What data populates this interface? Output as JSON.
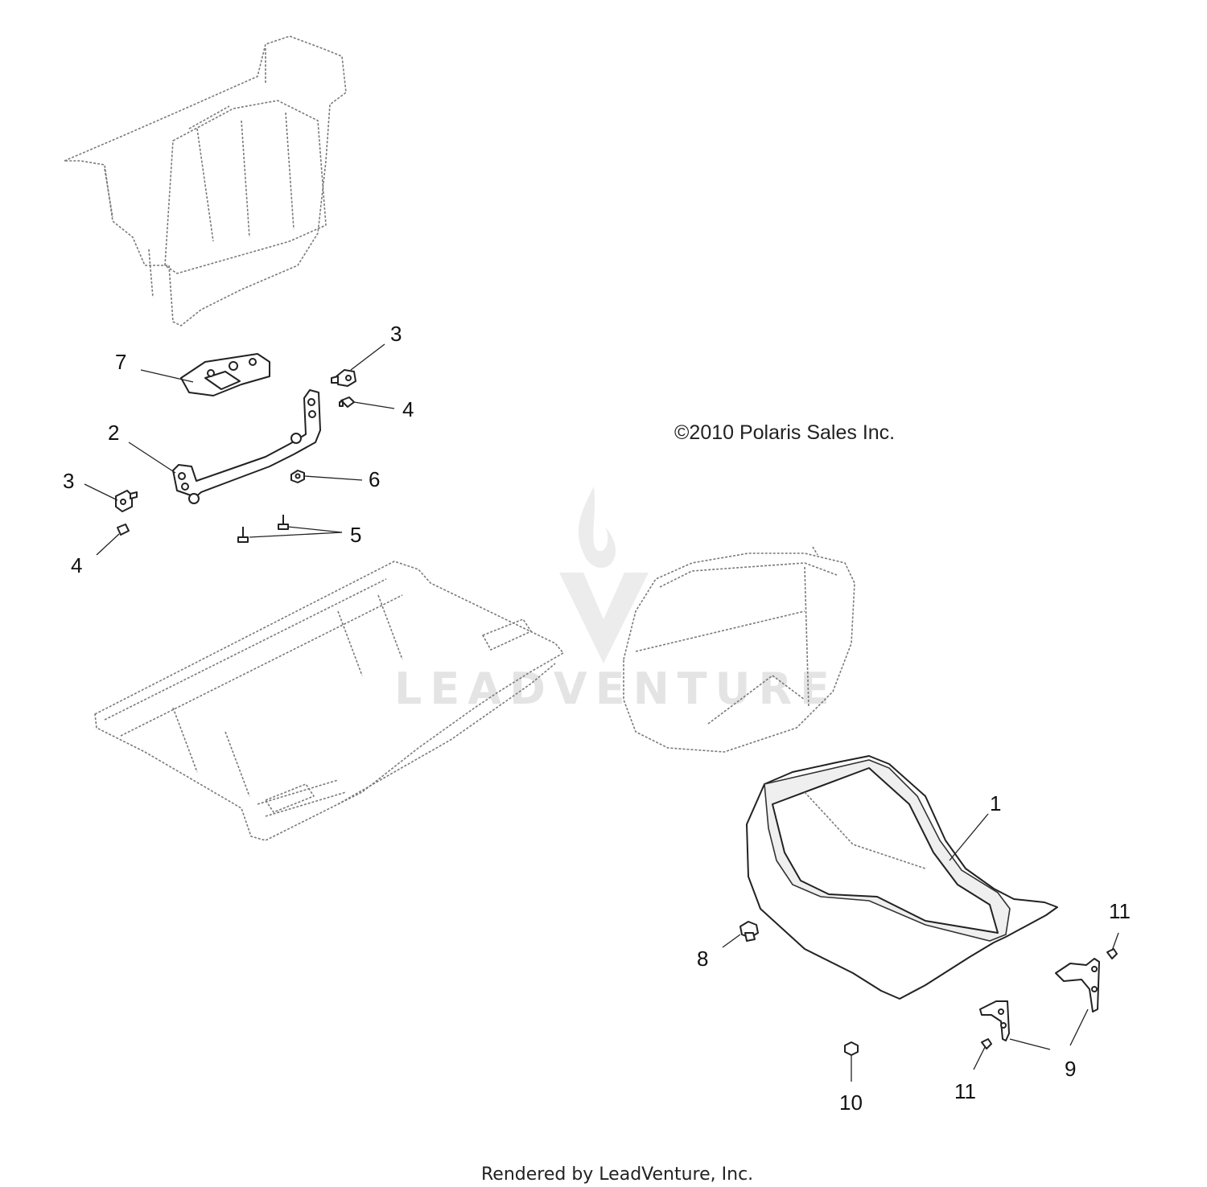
{
  "copyright": "©2010 Polaris Sales Inc.",
  "footer": "Rendered by LeadVenture, Inc.",
  "watermark": "LEADVENTURE",
  "callouts": {
    "c1": "1",
    "c2": "2",
    "c3a": "3",
    "c3b": "3",
    "c4a": "4",
    "c4b": "4",
    "c5": "5",
    "c6": "6",
    "c7": "7",
    "c8": "8",
    "c9": "9",
    "c10": "10",
    "c11a": "11",
    "c11b": "11"
  }
}
